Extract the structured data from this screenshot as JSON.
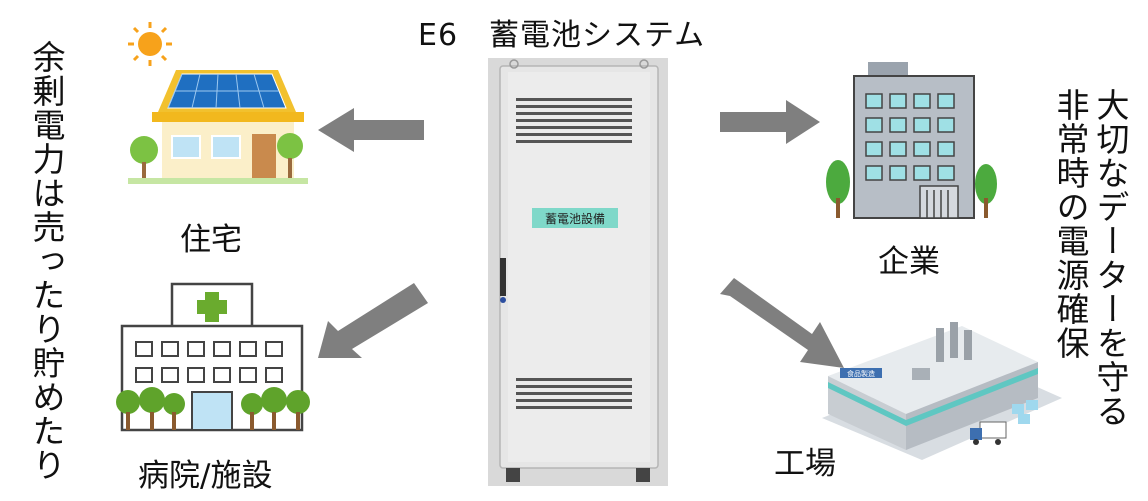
{
  "title": "E6　蓄電池システム",
  "cabinet": {
    "plate": "蓄電池設備"
  },
  "left_caption": "余剰電力は売ったり貯めたり",
  "right_caption_1": "大切なデーターを守る",
  "right_caption_2": "非常時の電源確保",
  "nodes": {
    "house": "住宅",
    "hospital": "病院/施設",
    "company": "企業",
    "factory": "工場"
  },
  "factory_sign": "食品製造",
  "colors": {
    "arrow": "#7f7f7f",
    "plate": "#7fd8c9"
  }
}
